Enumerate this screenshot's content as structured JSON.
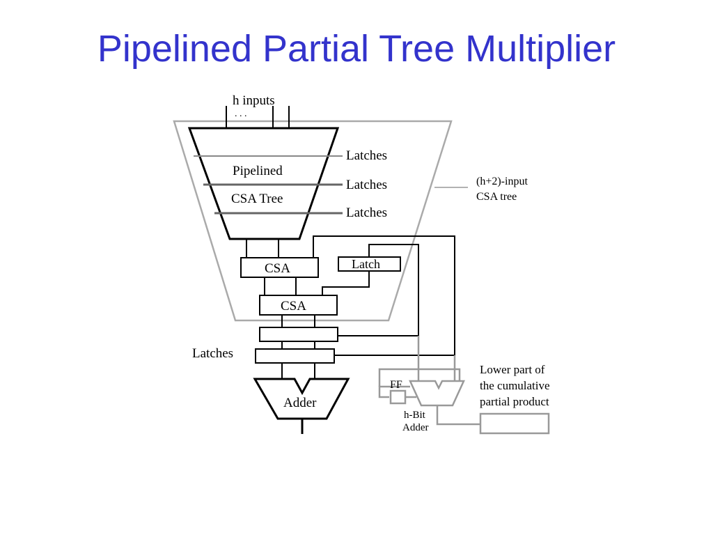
{
  "slide": {
    "title": "Pipelined Partial Tree Multiplier"
  },
  "diagram": {
    "inputs_label": "h inputs",
    "inputs_ellipsis": ". . .",
    "tree_label_line1": "Pipelined",
    "tree_label_line2": "CSA Tree",
    "latches_label": "Latches",
    "outer_tree_label_line1": "(h+2)-input",
    "outer_tree_label_line2": "CSA tree",
    "csa_label": "CSA",
    "latch_label": "Latch",
    "bottom_latches_label": "Latches",
    "adder_label": "Adder",
    "ff_label": "FF",
    "hbit_adder_line1": "h-Bit",
    "hbit_adder_line2": "Adder",
    "lower_part_line1": "Lower part of",
    "lower_part_line2": "the cumulative",
    "lower_part_line3": "partial product",
    "colors": {
      "title": "#3333cc",
      "black": "#000000",
      "gray": "#999999"
    }
  }
}
